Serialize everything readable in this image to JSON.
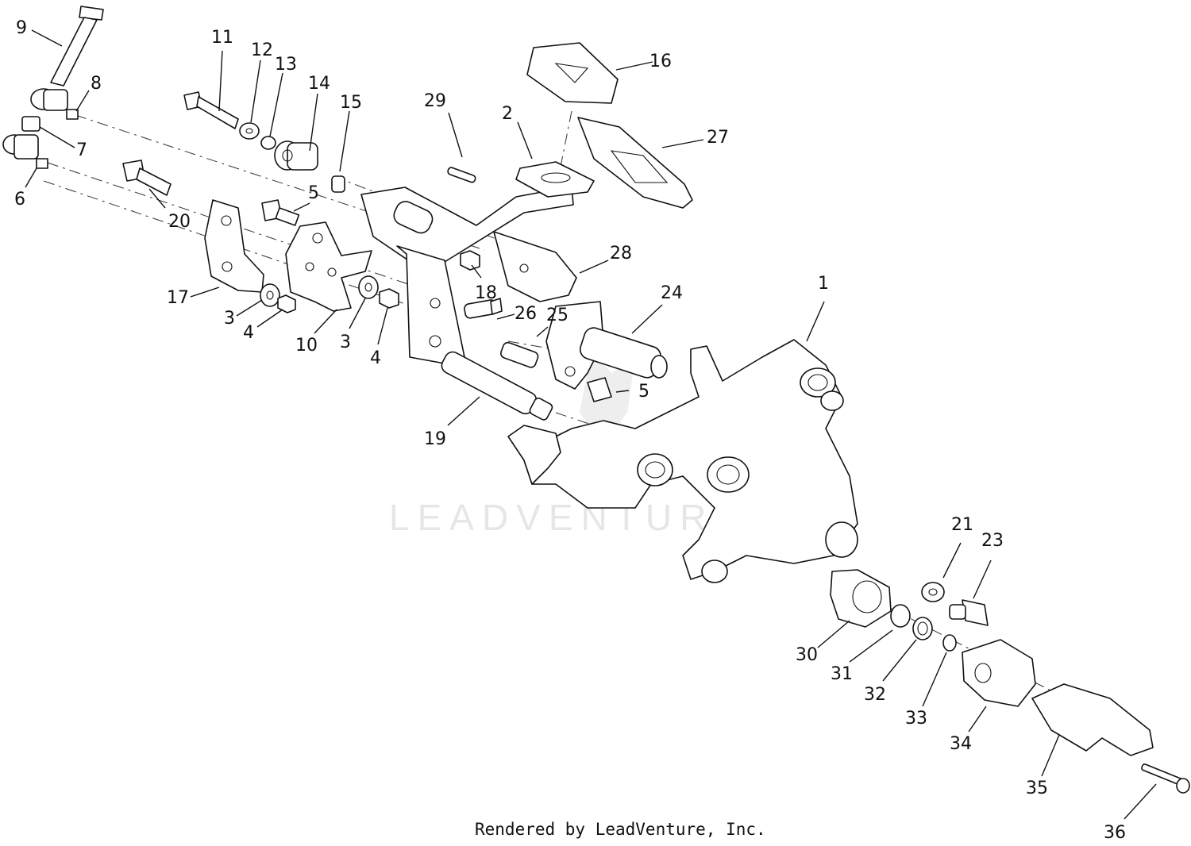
{
  "watermark": "LEADVENTURE",
  "credit": "Rendered by LeadVenture, Inc.",
  "callouts": {
    "c1": "1",
    "c2": "2",
    "c3a": "3",
    "c3b": "3",
    "c4a": "4",
    "c4b": "4",
    "c5a": "5",
    "c5b": "5",
    "c6": "6",
    "c7": "7",
    "c8": "8",
    "c9": "9",
    "c10": "10",
    "c11": "11",
    "c12": "12",
    "c13": "13",
    "c14": "14",
    "c15": "15",
    "c16": "16",
    "c17": "17",
    "c18": "18",
    "c19": "19",
    "c20": "20",
    "c21": "21",
    "c23": "23",
    "c24": "24",
    "c25": "25",
    "c26": "26",
    "c27": "27",
    "c28": "28",
    "c29": "29",
    "c30": "30",
    "c31": "31",
    "c32": "32",
    "c33": "33",
    "c34": "34",
    "c35": "35",
    "c36": "36"
  }
}
